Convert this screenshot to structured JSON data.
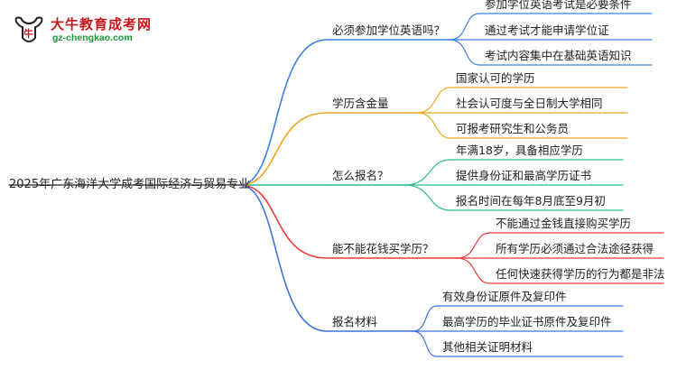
{
  "logo": {
    "name": "大牛教育成考网",
    "url": "gz-chengkao.com",
    "icon": "ox-head-logo"
  },
  "root": {
    "label": "2025年广东海洋大学成考国际经济与贸易专业"
  },
  "branches": [
    {
      "label": "必须参加学位英语吗？",
      "color": "#3d7fe6",
      "children": [
        "参加学位英语考试是必要条件",
        "通过考试才能申请学位证",
        "考试内容集中在基础英语知识"
      ]
    },
    {
      "label": "学历含金量",
      "color": "#f1a623",
      "children": [
        "国家认可的学历",
        "社会认可度与全日制大学相同",
        "可报考研究生和公务员"
      ]
    },
    {
      "label": "怎么报名？",
      "color": "#2fba8c",
      "children": [
        "年满18岁，具备相应学历",
        "提供身份证和最高学历证书",
        "报名时间在每年8月底至9月初"
      ]
    },
    {
      "label": "能不能花钱买学历？",
      "color": "#ee3b3b",
      "children": [
        "不能通过金钱直接购买学历",
        "所有学历必须通过合法途径获得",
        "任何快速获得学历的行为都是非法"
      ]
    },
    {
      "label": "报名材料",
      "color": "#3f74e0",
      "children": [
        "有效身份证原件及复印件",
        "最高学历的毕业证书原件及复印件",
        "其他相关证明材料"
      ]
    }
  ]
}
